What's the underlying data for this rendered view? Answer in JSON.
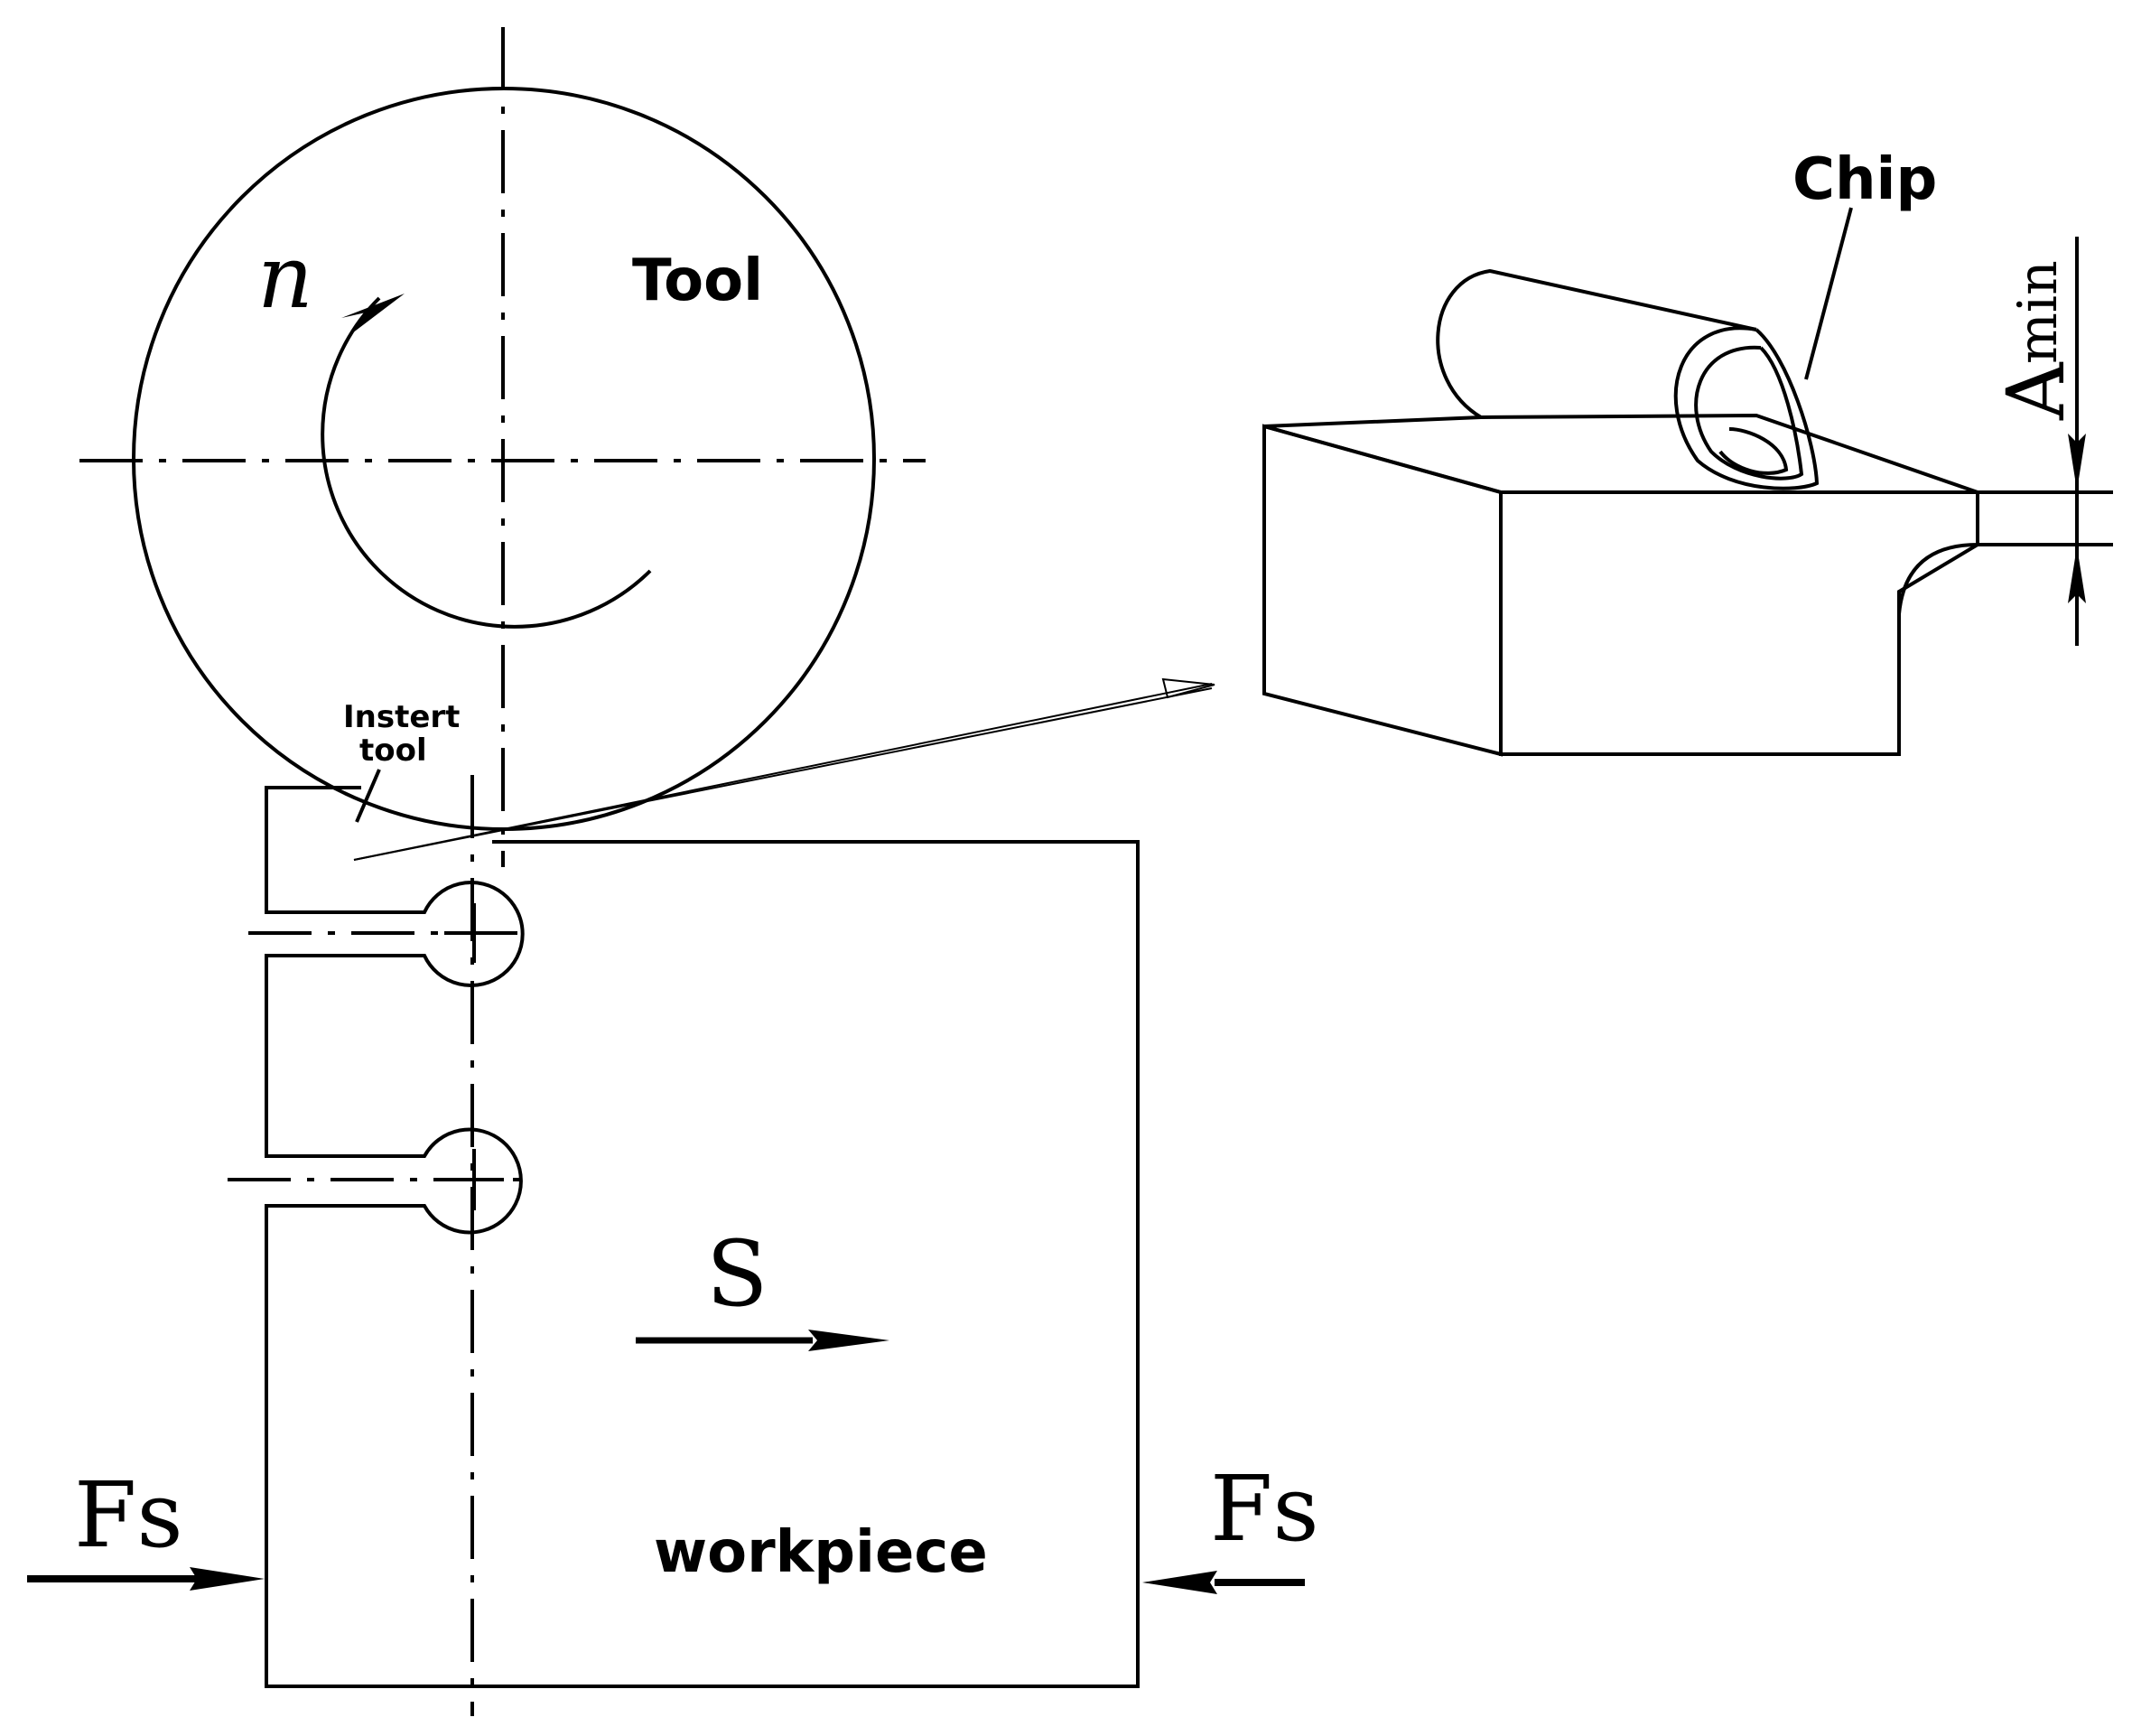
{
  "labels": {
    "rotation_symbol": "n",
    "tool": "Tool",
    "insert_line1": "Instert",
    "insert_line2": "tool",
    "chip": "Chip",
    "amin_base": "A",
    "amin_sub": "min",
    "feed": "S",
    "force_left": "Fs",
    "force_right": "Fs",
    "workpiece": "workpiece"
  },
  "colors": {
    "ink": "#000000",
    "background": "#ffffff"
  }
}
